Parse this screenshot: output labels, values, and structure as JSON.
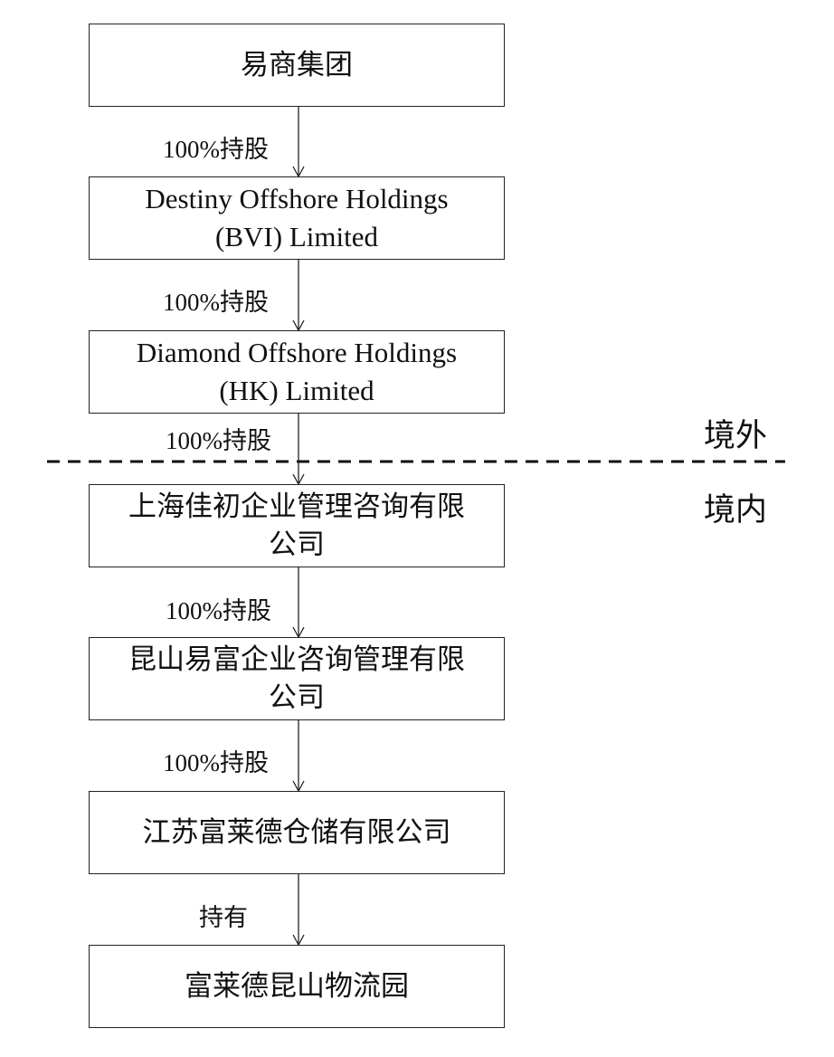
{
  "nodes": [
    {
      "lines": [
        "易商集团"
      ]
    },
    {
      "lines": [
        "Destiny Offshore Holdings",
        "(BVI) Limited"
      ]
    },
    {
      "lines": [
        "Diamond Offshore Holdings",
        "(HK) Limited"
      ]
    },
    {
      "lines": [
        "上海佳初企业管理咨询有限",
        "公司"
      ]
    },
    {
      "lines": [
        "昆山易富企业咨询管理有限",
        "公司"
      ]
    },
    {
      "lines": [
        "江苏富莱德仓储有限公司"
      ]
    },
    {
      "lines": [
        "富莱德昆山物流园"
      ]
    }
  ],
  "edges": [
    {
      "label": "100%持股"
    },
    {
      "label": "100%持股"
    },
    {
      "label": "100%持股"
    },
    {
      "label": "100%持股"
    },
    {
      "label": "100%持股"
    },
    {
      "label": "持有"
    }
  ],
  "regions": {
    "offshore": "境外",
    "onshore": "境内"
  },
  "colors": {
    "stroke": "#222222",
    "text": "#111111"
  }
}
